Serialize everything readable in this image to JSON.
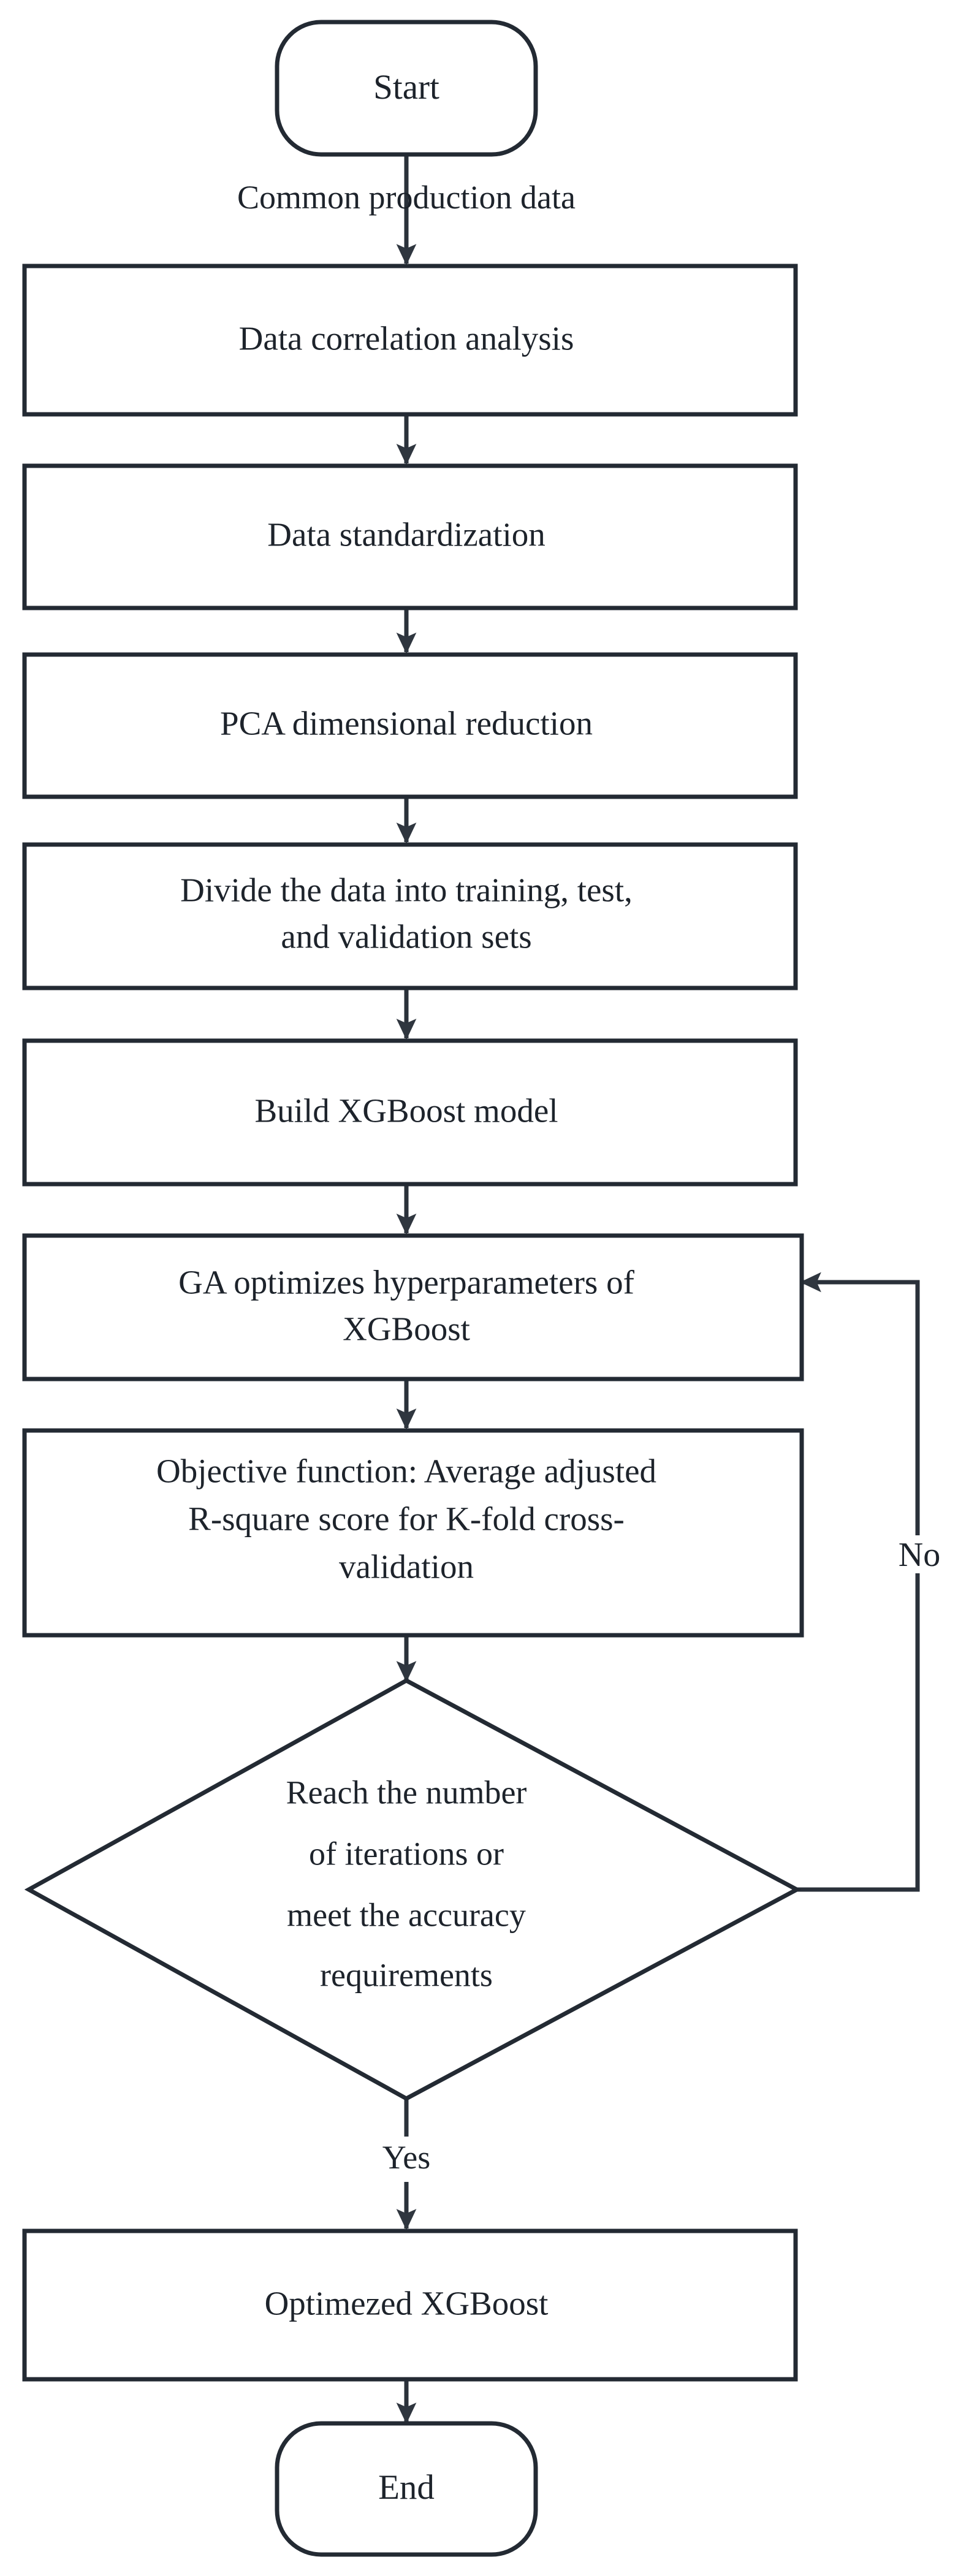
{
  "diagram": {
    "title": "XGBoost modelling workflow flowchart",
    "colors": {
      "stroke": "#232a33",
      "fill": "#ffffff",
      "text": "#1d232b",
      "connector": "#2a313a",
      "background": "#ffffff"
    },
    "nodes": [
      {
        "id": "start",
        "type": "terminator",
        "lines": [
          "Start"
        ]
      },
      {
        "id": "data-correlation-analysis",
        "type": "process",
        "lines": [
          "Data correlation analysis"
        ]
      },
      {
        "id": "data-standardization",
        "type": "process",
        "lines": [
          "Data standardization"
        ]
      },
      {
        "id": "pca-dimensional-reduction",
        "type": "process",
        "lines": [
          "PCA dimensional reduction"
        ]
      },
      {
        "id": "divide-data",
        "type": "process",
        "lines": [
          "Divide the data into training, test,",
          "and validation sets"
        ]
      },
      {
        "id": "build-xgboost-model",
        "type": "process",
        "lines": [
          "Build XGBoost model"
        ]
      },
      {
        "id": "ga-optimizes-hyperparameters",
        "type": "process",
        "lines": [
          "GA optimizes hyperparameters of",
          "XGBoost"
        ]
      },
      {
        "id": "objective-function",
        "type": "process",
        "lines": [
          "Objective function: Average adjusted",
          "R-square score for K-fold cross-",
          "validation"
        ]
      },
      {
        "id": "decision-reach-iterations",
        "type": "decision",
        "lines": [
          "Reach the number",
          "of iterations or",
          "meet the accuracy",
          "requirements"
        ]
      },
      {
        "id": "optimezed-xgboost",
        "type": "process",
        "lines": [
          "Optimezed XGBoost"
        ]
      },
      {
        "id": "end",
        "type": "terminator",
        "lines": [
          "End"
        ]
      }
    ],
    "edge_labels": {
      "start_to_first": "Common production data",
      "decision_no": "No",
      "decision_yes": "Yes"
    }
  }
}
